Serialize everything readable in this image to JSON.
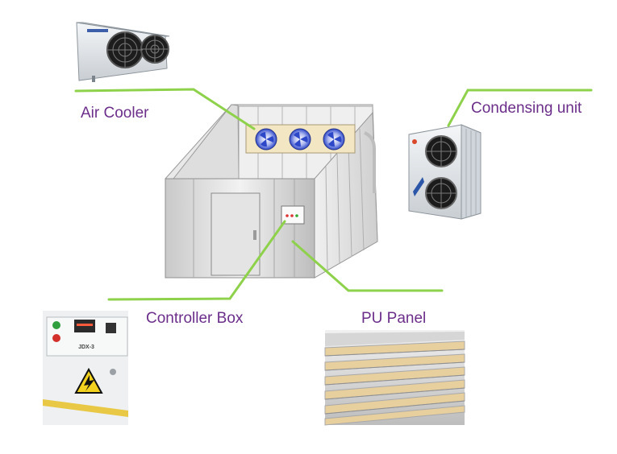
{
  "labels": {
    "air_cooler": "Air Cooler",
    "condensing_unit": "Condensing unit",
    "controller_box": "Controller Box",
    "pu_panel": "PU Panel"
  },
  "controller_box": {
    "model_plate": "JDX-3"
  },
  "colors": {
    "leader_line": "#8ed14b",
    "label_text": "#6b2e8a",
    "fan_blue": "#2d47c9",
    "panel_core": "#e8cf9e"
  }
}
